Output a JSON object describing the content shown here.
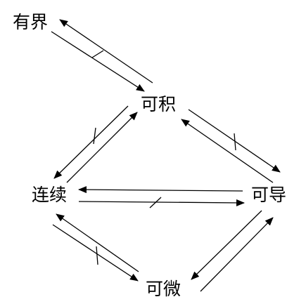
{
  "nodes": {
    "bounded": "有界",
    "integrable": "可积",
    "continuous": "连续",
    "differentiable": "可导",
    "derivable": "可微"
  },
  "colors": {
    "ink": "#000000",
    "background": "#ffffff"
  }
}
